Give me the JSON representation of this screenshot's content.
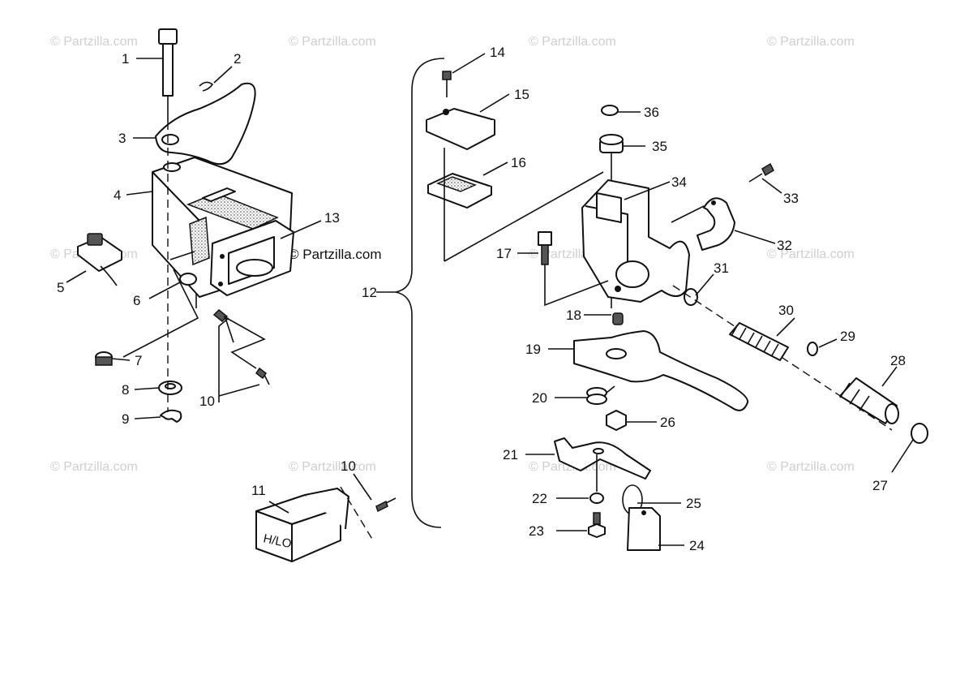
{
  "watermarks": [
    "© Partzilla.com",
    "© Partzilla.com",
    "© Partzilla.com",
    "© Partzilla.com",
    "© Partzilla.com",
    "© Partzilla.com",
    "© Partzilla.com",
    "© Partzilla.com",
    "© Partzilla.com",
    "© Partzilla.com",
    "© Partzilla.com",
    "© Partzilla.com"
  ],
  "callouts": {
    "c1": "1",
    "c2": "2",
    "c3": "3",
    "c4": "4",
    "c5": "5",
    "c6": "6",
    "c7": "7",
    "c8": "8",
    "c9": "9",
    "c10a": "10",
    "c10b": "10",
    "c11": "11",
    "c12": "12",
    "c13": "13",
    "c14": "14",
    "c15": "15",
    "c16": "16",
    "c17": "17",
    "c18": "18",
    "c19": "19",
    "c20": "20",
    "c21": "21",
    "c22": "22",
    "c23": "23",
    "c24": "24",
    "c25": "25",
    "c26": "26",
    "c27": "27",
    "c28": "28",
    "c29": "29",
    "c30": "30",
    "c31": "31",
    "c32": "32",
    "c33": "33",
    "c34": "34",
    "c35": "35",
    "c36": "36"
  },
  "switch_label": "H/LO"
}
